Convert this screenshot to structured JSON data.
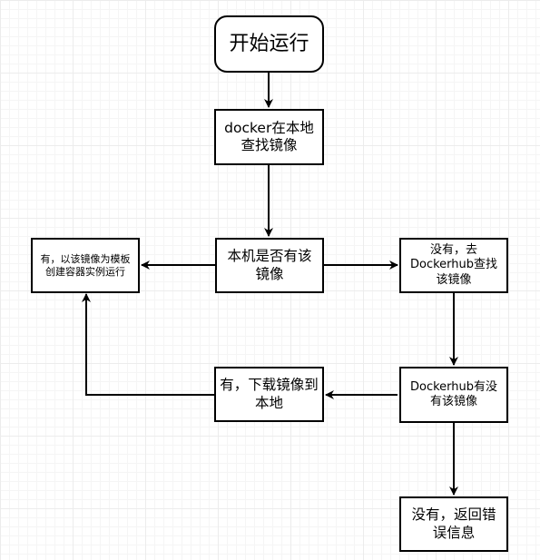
{
  "nodes": {
    "start": "开始运行",
    "search_local": "docker在本地查找镜像",
    "has_local": "本机是否有该镜像",
    "run_container": "有，以该镜像为模板创建容器实例运行",
    "search_hub": "没有，去Dockerhub查找该镜像",
    "hub_has": "Dockerhub有没有该镜像",
    "download": "有，下载镜像到本地",
    "error": "没有，返回错误信息"
  },
  "colors": {
    "line": "#000000",
    "node_fill": "#ffffff",
    "grid": "#ececec"
  }
}
